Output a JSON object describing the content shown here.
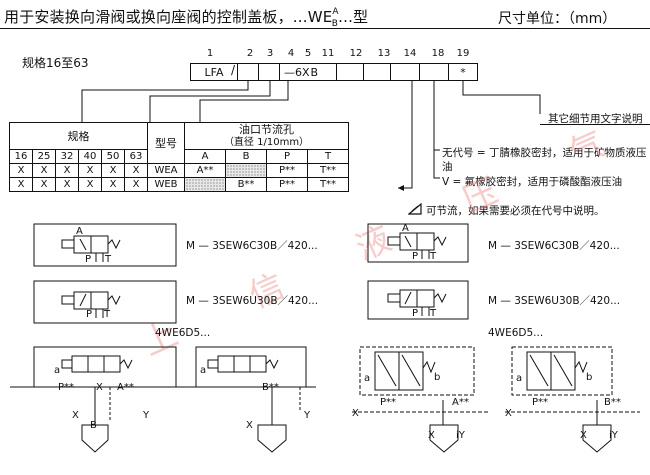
{
  "header": {
    "title_main": "用于安装换向滑阀或换向座阀的控制盖板，...WE",
    "title_sup_a": "A",
    "title_sub_b": "B",
    "title_end": "...型",
    "unit": "尺寸单位：（mm）"
  },
  "spec_note": "规格16至63",
  "code": {
    "numbers": [
      "1",
      "2",
      "3",
      "4",
      "5",
      "11",
      "12",
      "13",
      "14",
      "18",
      "19"
    ],
    "lfa": "LFA",
    "slash": "/",
    "wedge": "—6X",
    "b_mark": "B",
    "star": "*"
  },
  "table": {
    "h_spec": "规格",
    "h_type": "型号",
    "h_orifice": "油口节流孔",
    "h_orifice_sub": "（直径 1/10mm）",
    "sizes": [
      "16",
      "25",
      "32",
      "40",
      "50",
      "63"
    ],
    "ports": [
      "A",
      "B",
      "P",
      "T"
    ],
    "rows": [
      {
        "marks": [
          "X",
          "X",
          "X",
          "X",
          "X",
          "X"
        ],
        "type": "WEA",
        "a": "A**",
        "b": "",
        "p": "P**",
        "t": "T**"
      },
      {
        "marks": [
          "X",
          "X",
          "X",
          "X",
          "X",
          "X"
        ],
        "type": "WEB",
        "a": "",
        "b": "B**",
        "p": "P**",
        "t": "T**"
      }
    ]
  },
  "options": {
    "other": "其它细节用文字说明",
    "none_code_1": "无代号 = 丁腈橡胶密封，适用于矿物质液压",
    "none_code_2": "油",
    "v_code": "V      = 氟橡胶密封，适用于磷酸酯液压油",
    "throttle": "可节流，如果需要必须在代号中说明。"
  },
  "models": {
    "m1": "M — 3SEW6C30B／420...",
    "m2": "M — 3SEW6U30B／420...",
    "m3": "M — 3SEW6C30B／420...",
    "m4": "M — 3SEW6U30B／420...",
    "we_left": "4WE6D5...",
    "we_right": "4WE6D5..."
  },
  "watermark": "上 信 液 压 气 动",
  "labels": {
    "A": "A",
    "P": "P",
    "T": "T",
    "B": "B",
    "X": "X",
    "Y": "Y",
    "a": "a",
    "b": "b",
    "Pss": "P**",
    "Xss": "X",
    "Tss": "T**",
    "Ass": "A**",
    "Bss": "B**",
    "iY": "iY"
  }
}
